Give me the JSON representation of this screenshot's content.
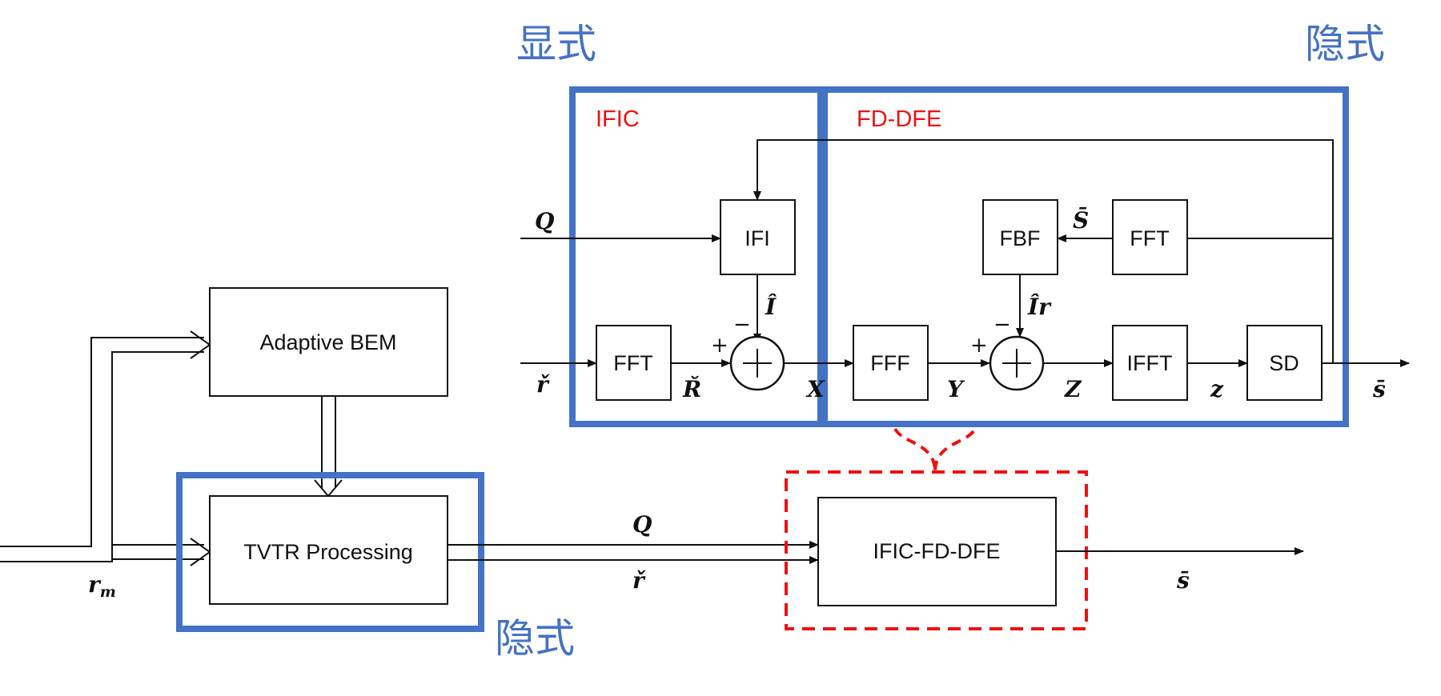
{
  "labels": {
    "explicit_top": "显式",
    "implicit_top": "隐式",
    "implicit_bottom": "隐式",
    "ific_title": "IFIC",
    "fddfe_title": "FD-DFE"
  },
  "blocks": {
    "adaptive_bem": "Adaptive BEM",
    "tvtr": "TVTR Processing",
    "ific_fd_dfe": "IFIC-FD-DFE",
    "ifi": "IFI",
    "fft_ific": "FFT",
    "fbf": "FBF",
    "fft_fb": "FFT",
    "fff": "FFF",
    "ifft": "IFFT",
    "sd": "SD"
  },
  "symbols": {
    "q_top": "Q",
    "r_check_top": "ř",
    "R_check": "Ř",
    "I_hat": "Î",
    "I_hat_r": "Îr",
    "S_bar_cal": "S̄",
    "X": "X",
    "Y": "Y",
    "Z": "Z",
    "z": "z",
    "s_bar_top": "s̄",
    "r_m": "rm",
    "q_bottom": "Q",
    "r_check_bottom": "ř",
    "s_bar_bottom": "s̄"
  },
  "signs": {
    "plus_1": "+",
    "minus_1": "−",
    "plus_2": "+",
    "minus_2": "−"
  },
  "colors": {
    "blue_box": "#4472c4",
    "red_label": "#ee1111",
    "red_dashed": "#ee1111"
  }
}
